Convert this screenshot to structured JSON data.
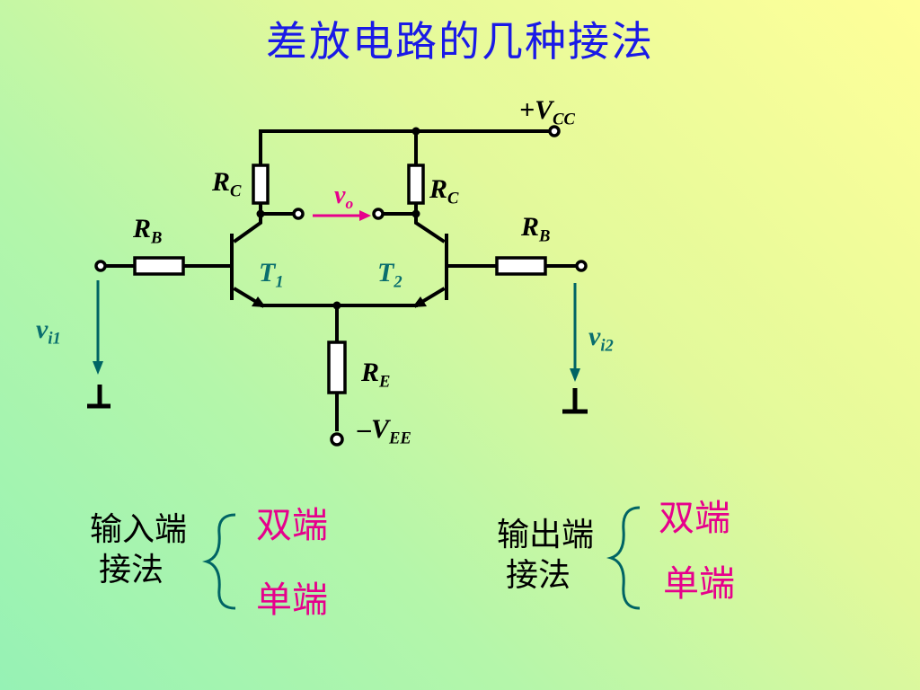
{
  "title": "差放电路的几种接法",
  "labels": {
    "vcc_main": "+V",
    "vcc_sub": "CC",
    "vee_main": "–V",
    "vee_sub": "EE",
    "rc_main": "R",
    "rc_sub": "C",
    "rb_main": "R",
    "rb_sub": "B",
    "re_main": "R",
    "re_sub": "E",
    "t_main": "T",
    "t1_sub": "1",
    "t2_sub": "2",
    "vo_main": "v",
    "vo_sub": "o",
    "v_main": "v",
    "vi1_sub": "i1",
    "vi2_sub": "i2"
  },
  "input_modes": {
    "line1": "输入端",
    "line2": "接法",
    "option1": "双端",
    "option2": "单端"
  },
  "output_modes": {
    "line1": "输出端",
    "line2": "接法",
    "option1": "双端",
    "option2": "单端"
  },
  "colors": {
    "title": "#1a1ae6",
    "wire": "#000000",
    "signal_arrow": "#006464",
    "output_arrow": "#e6008c",
    "brace": "#006464"
  }
}
